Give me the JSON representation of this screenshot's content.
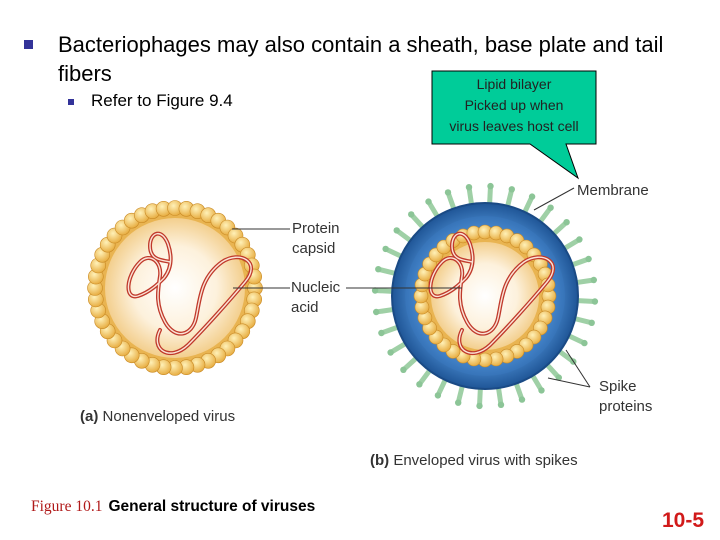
{
  "slide": {
    "bullet_main": "Bacteriophages may also contain a sheath, base plate and tail fibers",
    "bullet_sub": "Refer to Figure 9.4",
    "page_number": "10-5"
  },
  "callout": {
    "line1": "Lipid bilayer",
    "line2": "Picked up when",
    "line3": "virus leaves host cell"
  },
  "figure": {
    "labels": {
      "protein_capsid_1": "Protein",
      "protein_capsid_2": "capsid",
      "nucleic_acid_1": "Nucleic",
      "nucleic_acid_2": "acid",
      "membrane": "Membrane",
      "spike_1": "Spike",
      "spike_2": "proteins"
    },
    "panel_a_letter": "(a)",
    "panel_a_text": "Nonenveloped virus",
    "panel_b_letter": "(b)",
    "panel_b_text": "Enveloped virus with spikes",
    "caption_number": "Figure 10.1",
    "caption_text": "General structure of viruses"
  },
  "colors": {
    "bullet": "#333399",
    "callout_fill": "#00cc99",
    "caption_number": "#b01818",
    "page_number": "#d11a1a",
    "capsomere": "#f2c55a",
    "envelope": "#2e6fb6",
    "spike": "#9fd0a6",
    "nucleic_acid": "#c0392b"
  }
}
